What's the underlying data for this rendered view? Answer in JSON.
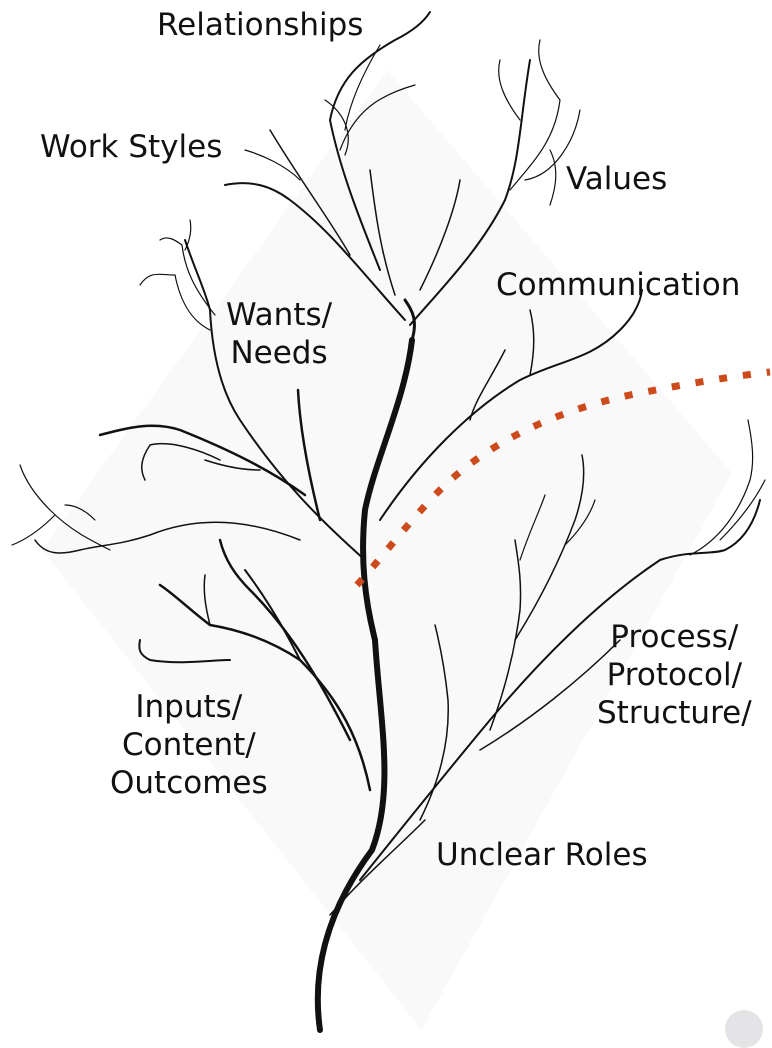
{
  "labels": {
    "relationships": "Relationships",
    "work_styles": "Work Styles",
    "values": "Values",
    "communication": "Communication",
    "wants_needs": [
      "Wants/",
      "Needs"
    ],
    "process": [
      "Process/",
      "Protocol/",
      "Structure/"
    ],
    "inputs": [
      "Inputs/",
      "Content/",
      "Outcomes"
    ],
    "unclear_roles": "Unclear Roles"
  },
  "colors": {
    "branch": "#111111",
    "divider": "#cc4a1c",
    "text": "#111111"
  }
}
